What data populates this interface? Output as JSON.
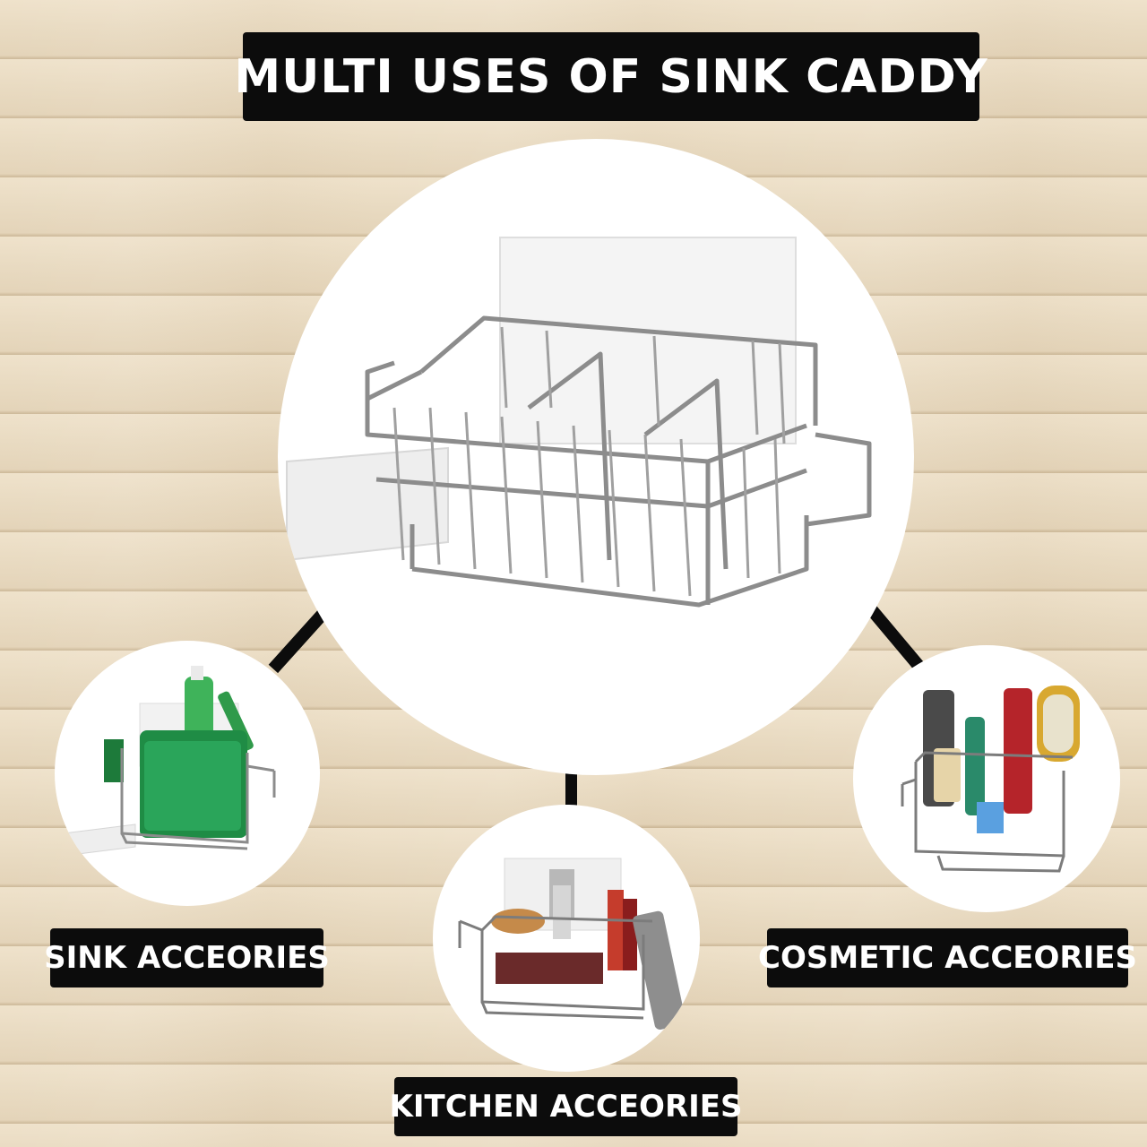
{
  "title": "MULTI USES OF SINK CADDY",
  "main_product": {
    "icon": "sink-caddy-wire-basket"
  },
  "uses": [
    {
      "label": "SINK ACCEORIES",
      "icon": "sink-accessories-caddy"
    },
    {
      "label": "KITCHEN ACCEORIES",
      "icon": "kitchen-accessories-caddy"
    },
    {
      "label": "COSMETIC ACCEORIES",
      "icon": "cosmetic-accessories-caddy"
    }
  ],
  "colors": {
    "label_background": "#0c0c0c",
    "label_text": "#ffffff",
    "wood_background": "#eadcc4",
    "wire_metal": "#8c8c8c"
  }
}
